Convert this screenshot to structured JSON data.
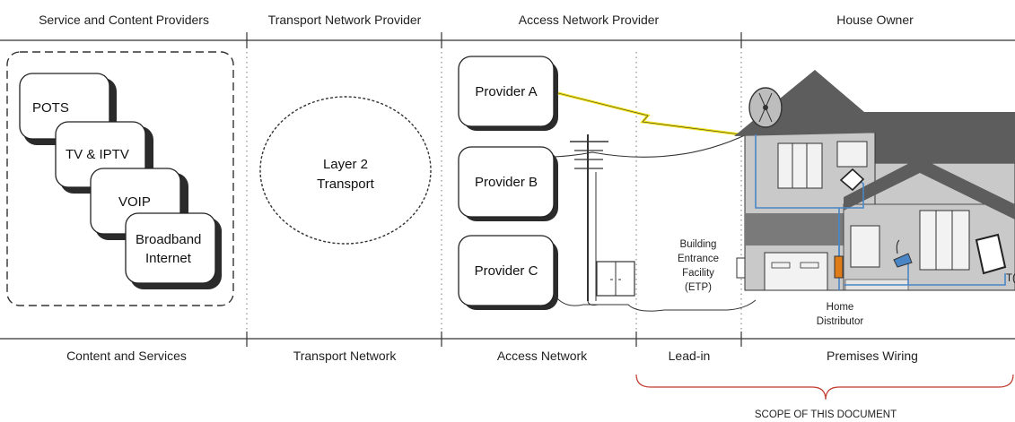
{
  "headers": {
    "service": "Service and Content Providers",
    "transport": "Transport Network Provider",
    "access": "Access Network Provider",
    "house": "House Owner"
  },
  "services": [
    "POTS",
    "TV & IPTV",
    "VOIP",
    "Broadband",
    "Internet"
  ],
  "cloud_label": [
    "Layer 2",
    "Transport"
  ],
  "providers": [
    "Provider A",
    "Provider B",
    "Provider C"
  ],
  "etp_label": [
    "Building",
    "Entrance",
    "Facility",
    "(ETP)"
  ],
  "home_distributor": [
    "Home",
    "Distributor"
  ],
  "tv_label": "T(",
  "footers": {
    "content": "Content and Services",
    "transport": "Transport Network",
    "access": "Access Network",
    "leadin": "Lead-in",
    "premises": "Premises Wiring"
  },
  "scope": "SCOPE OF THIS DOCUMENT",
  "colors": {
    "line": "#333333",
    "wiring": "#4a86c5",
    "scope_brace": "#c0392b",
    "house_wall": "#c9c9c9",
    "roof": "#5d5d5d",
    "lightning": "#f1e21b",
    "distributor": "#e07b1a"
  }
}
